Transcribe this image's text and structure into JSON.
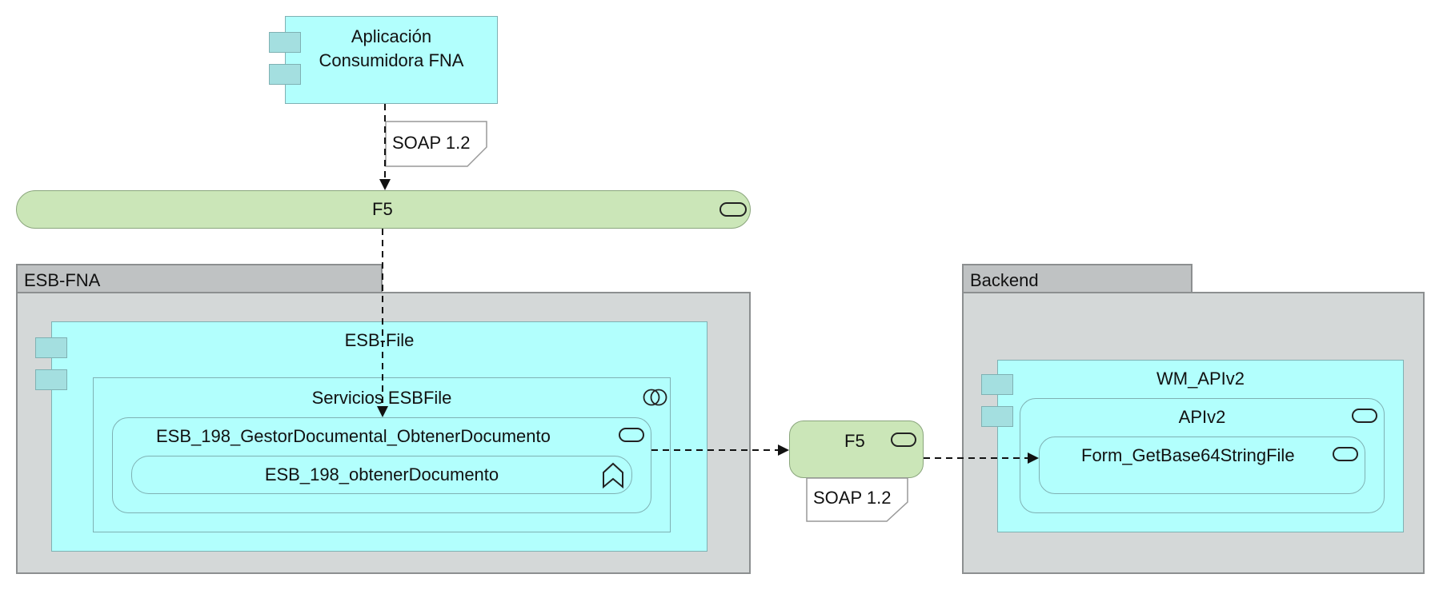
{
  "nodes": {
    "app_consumer": {
      "line1": "Aplicación",
      "line2": "Consumidora FNA"
    },
    "f5_top": {
      "label": "F5"
    },
    "esb_fna": {
      "label": "ESB-FNA"
    },
    "esb_file": {
      "label": "ESB-File"
    },
    "servicios_esbfile": {
      "label": "Servicios ESBFile"
    },
    "gestor_documental": {
      "label": "ESB_198_GestorDocumental_ObtenerDocumento"
    },
    "obtener_documento": {
      "label": "ESB_198_obtenerDocumento"
    },
    "f5_small": {
      "label": "F5"
    },
    "backend": {
      "label": "Backend"
    },
    "wm_apiv2": {
      "label": "WM_APIv2"
    },
    "apiv2": {
      "label": "APIv2"
    },
    "form_getbase64": {
      "label": "Form_GetBase64StringFile"
    }
  },
  "notes": {
    "soap_top": "SOAP 1.2",
    "soap_bottom": "SOAP 1.2"
  },
  "colors": {
    "application_component": "#b2fffd",
    "technology_node": "#cbe6b8",
    "grouping": "#d4d8d8"
  }
}
